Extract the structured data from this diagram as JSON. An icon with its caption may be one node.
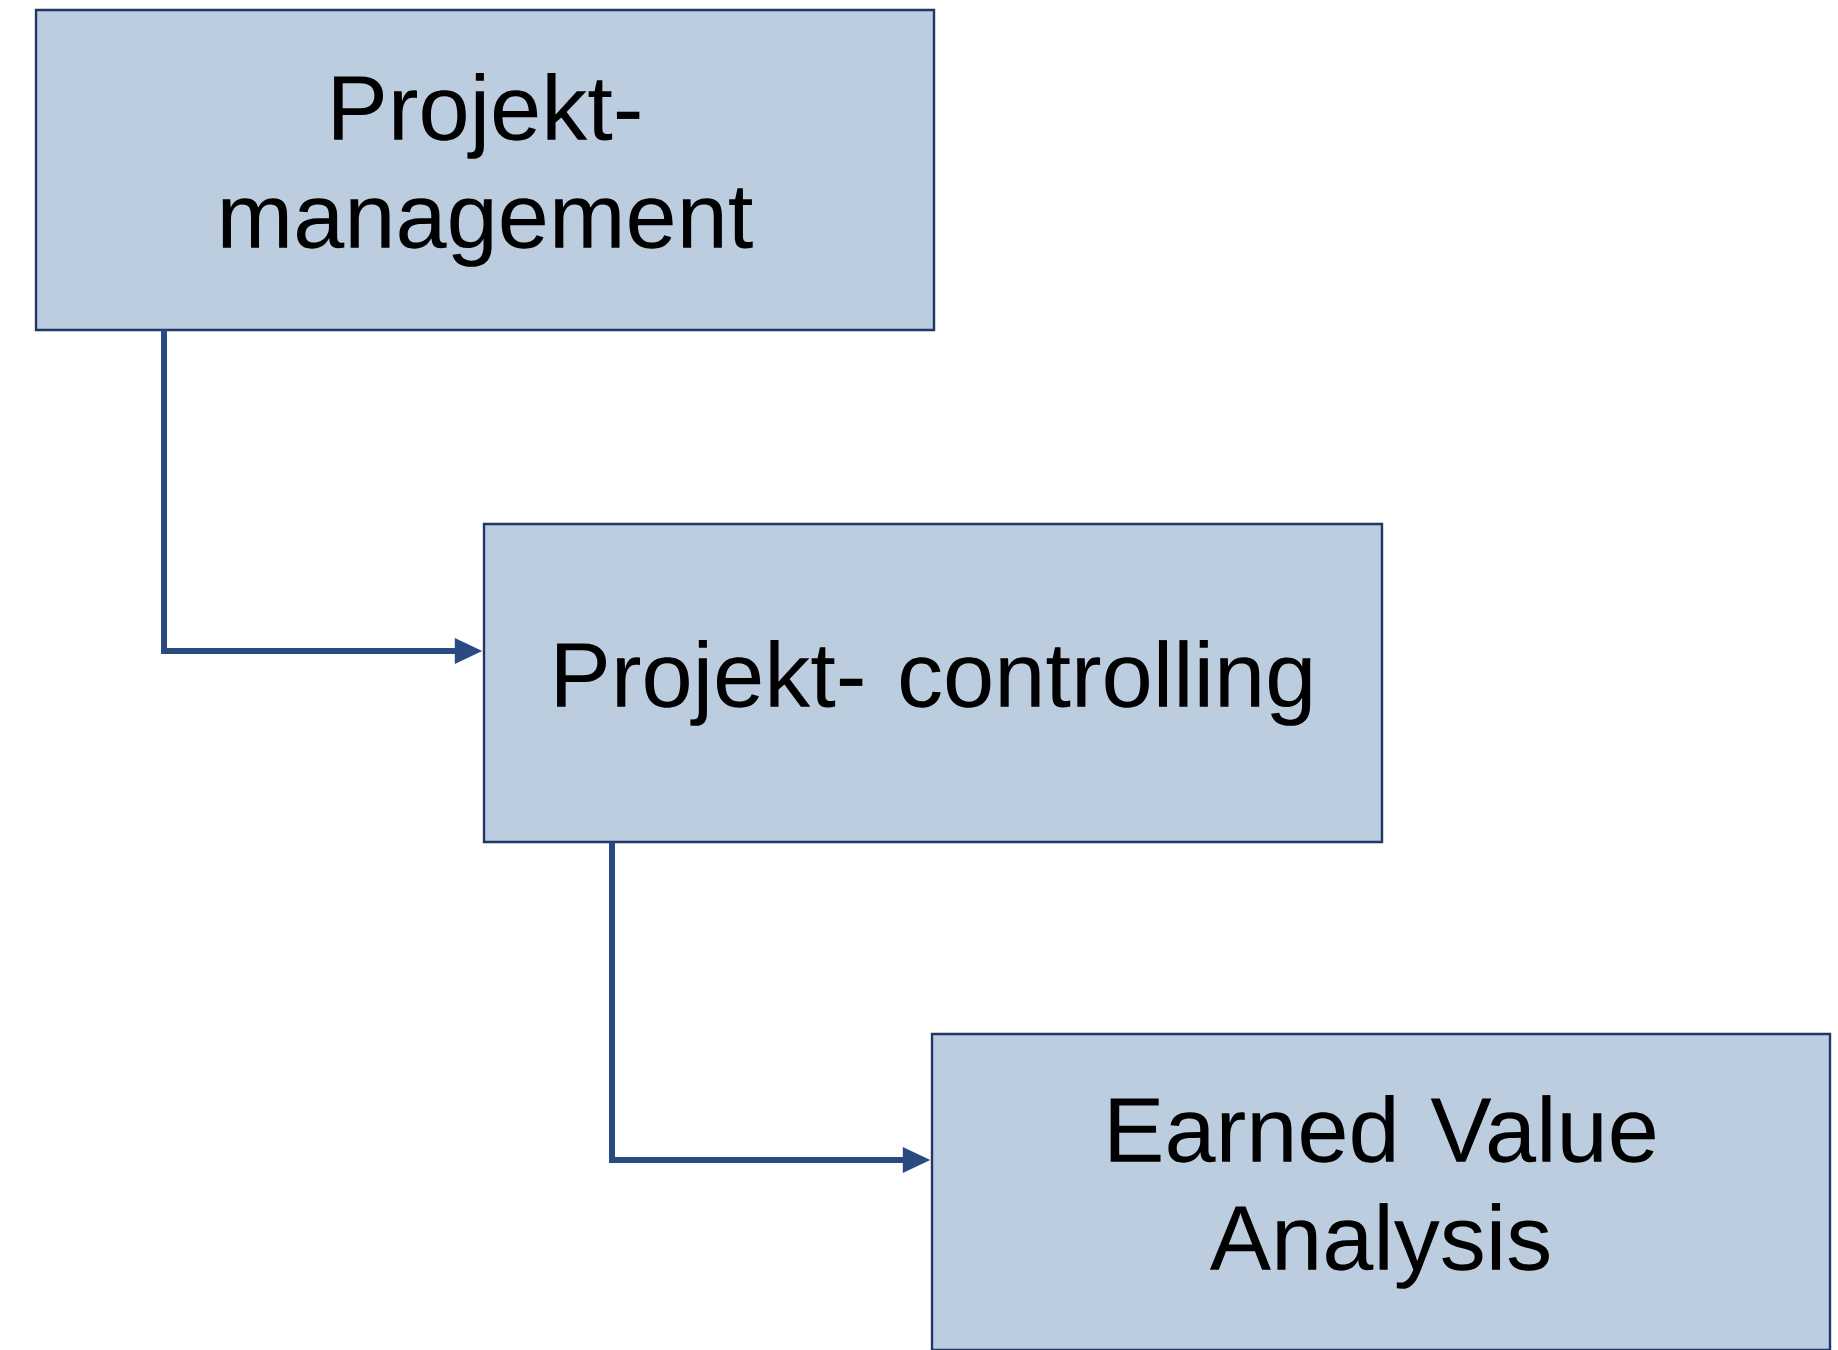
{
  "diagram": {
    "nodes": [
      {
        "text": [
          "Projekt- management"
        ]
      },
      {
        "text": [
          "Projekt- controlling"
        ]
      },
      {
        "text": [
          "Earned Value Analysis"
        ]
      }
    ],
    "edges": [
      {
        "from": 0,
        "to": 1,
        "arrow": "to"
      },
      {
        "from": 1,
        "to": 2,
        "arrow": "to"
      }
    ]
  }
}
